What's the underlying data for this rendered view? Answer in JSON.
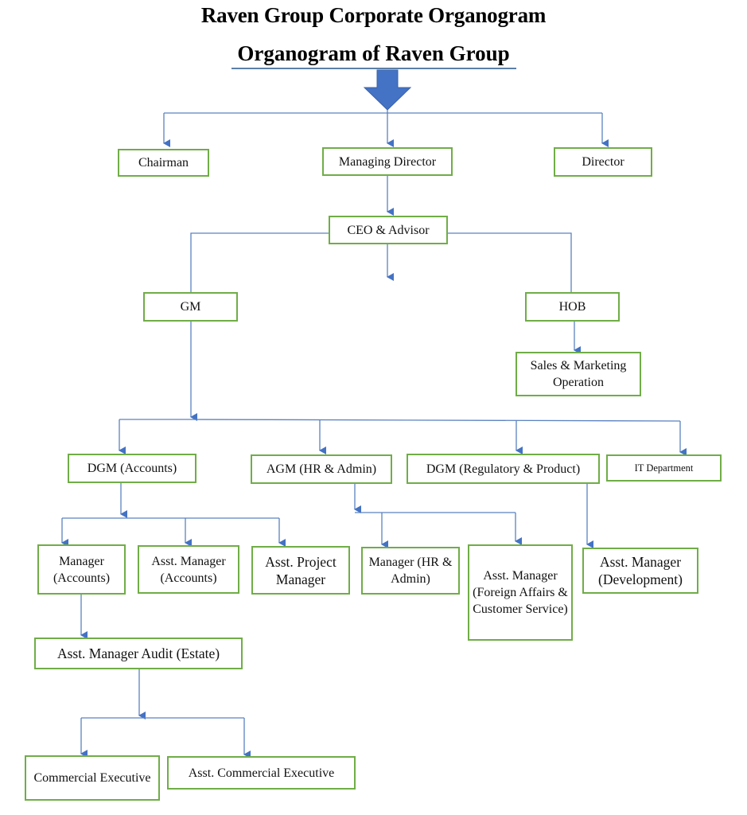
{
  "title": "Raven Group Corporate Organogram",
  "subtitle": "Organogram of Raven Group",
  "colors": {
    "box_border": "#70ad47",
    "connector": "#4472c4",
    "arrow_fill": "#4472c4"
  },
  "nodes": {
    "chairman": "Chairman",
    "managing_director": "Managing Director",
    "director": "Director",
    "ceo_advisor": "CEO & Advisor",
    "gm": "GM",
    "hob": "HOB",
    "sales_marketing": "Sales & Marketing Operation",
    "dgm_accounts": "DGM (Accounts)",
    "agm_hr_admin": "AGM (HR & Admin)",
    "dgm_regulatory_product": "DGM (Regulatory & Product)",
    "it_department": "IT Department",
    "manager_accounts": "Manager (Accounts)",
    "asst_manager_accounts": "Asst. Manager (Accounts)",
    "asst_project_manager": "Asst. Project Manager",
    "manager_hr_admin": "Manager (HR & Admin)",
    "asst_manager_foreign_affairs": "Asst. Manager (Foreign Affairs & Customer Service)",
    "asst_manager_development": "Asst. Manager (Development)",
    "asst_manager_audit_estate": "Asst. Manager Audit (Estate)",
    "commercial_executive": "Commercial Executive",
    "asst_commercial_executive": "Asst. Commercial Executive"
  }
}
